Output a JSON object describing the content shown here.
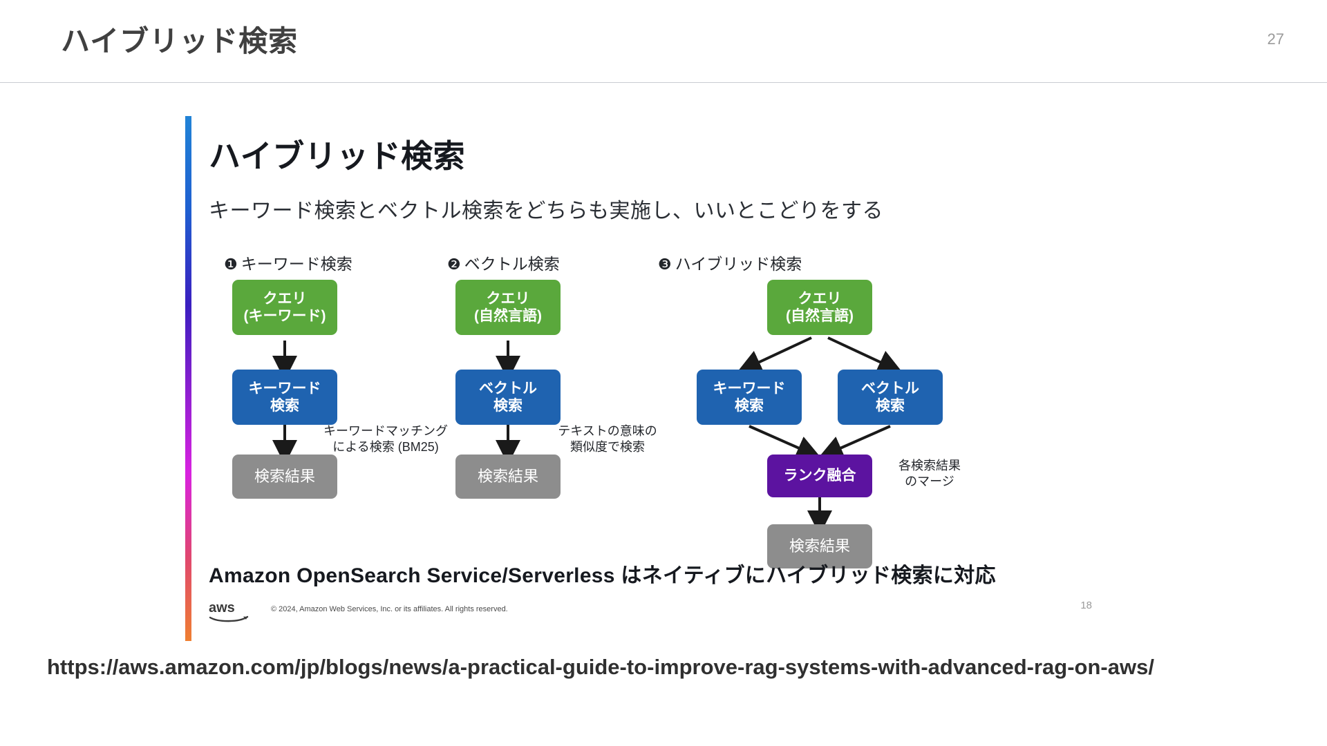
{
  "page": {
    "title": "ハイブリッド検索",
    "number": "27"
  },
  "slide": {
    "title": "ハイブリッド検索",
    "subtitle": "キーワード検索とベクトル検索をどちらも実施し、いいとこどりをする",
    "columns": [
      {
        "marker": "❶",
        "heading": "キーワード検索",
        "query_box": "クエリ\n(キーワード)",
        "method_box": "キーワード\n検索",
        "note": "キーワードマッチング\nによる検索 (BM25)",
        "result_box": "検索結果"
      },
      {
        "marker": "❷",
        "heading": "ベクトル検索",
        "query_box": "クエリ\n(自然言語)",
        "method_box": "ベクトル\n検索",
        "note": "テキストの意味の\n類似度で検索",
        "result_box": "検索結果"
      },
      {
        "marker": "❸",
        "heading": "ハイブリッド検索",
        "query_box": "クエリ\n(自然言語)",
        "method_box_left": "キーワード\n検索",
        "method_box_right": "ベクトル\n検索",
        "fusion_box": "ランク融合",
        "note": "各検索結果\nのマージ",
        "result_box": "検索結果"
      }
    ],
    "footer_text": "Amazon OpenSearch Service/Serverless はネイティブにハイブリッド検索に対応",
    "copyright": "© 2024, Amazon Web Services, Inc. or its affiliates. All rights reserved.",
    "slide_number": "18",
    "logo_text": "aws"
  },
  "reference": {
    "url": "https://aws.amazon.com/jp/blogs/news/a-practical-guide-to-improve-rag-systems-with-advanced-rag-on-aws/"
  },
  "colors": {
    "green": "#5aa83c",
    "blue": "#1f63b0",
    "purple": "#5c13a0",
    "gray": "#8d8d8d",
    "accent_start": "#2183d6",
    "accent_end": "#ef7f31"
  }
}
